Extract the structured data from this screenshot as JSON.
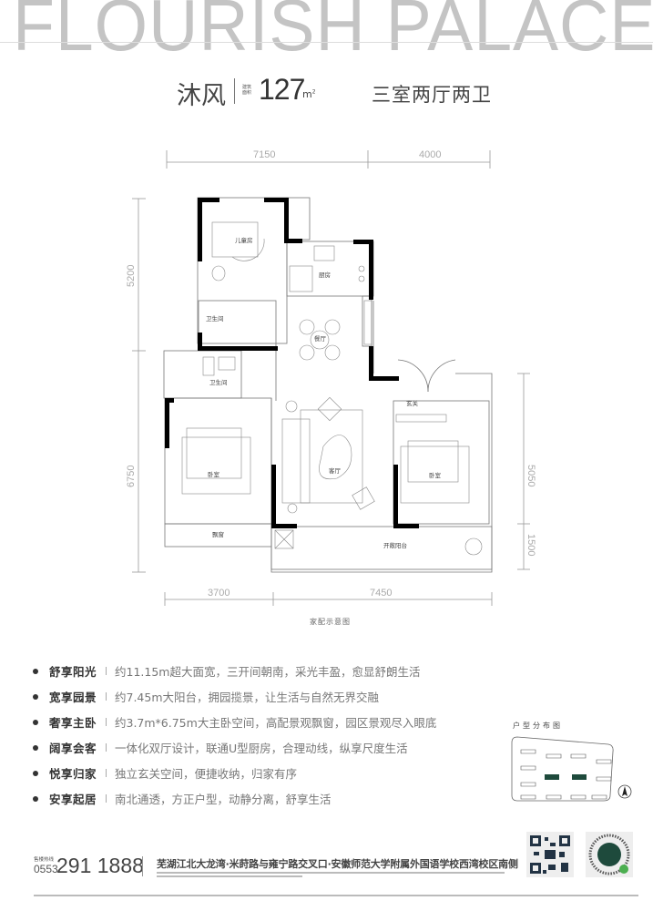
{
  "header": {
    "brand": "FLOURISH  PALACE"
  },
  "unit": {
    "name": "沐风",
    "area_label": "建筑面积",
    "area": "127",
    "area_unit": "m",
    "area_unit_sup": "2",
    "layout": "三室两厅两卫"
  },
  "plan": {
    "dims": {
      "top": [
        "7150",
        "4000"
      ],
      "left": [
        "5200",
        "6750"
      ],
      "right": [
        "5050",
        "1500"
      ],
      "bottom": [
        "3700",
        "7450"
      ]
    },
    "rooms": {
      "kids_room": "儿童房",
      "kitchen": "厨房",
      "bath1": "卫生间",
      "dining": "餐厅",
      "bath2": "卫生间",
      "foyer": "玄关",
      "bedroom_master": "卧室",
      "living": "客厅",
      "bedroom2": "卧室",
      "bay_window": "飘窗",
      "balcony": "开敞阳台"
    },
    "caption": "家配示意图"
  },
  "features": [
    {
      "label": "舒享阳光",
      "text": "约11.15m超大面宽，三开间朝南，采光丰盈，愈显舒朗生活"
    },
    {
      "label": "宽享园景",
      "text": "约7.45m大阳台，拥园揽景，让生活与自然无界交融"
    },
    {
      "label": "奢享主卧",
      "text": "约3.7m*6.75m大主卧空间，高配景观飘窗，园区景观尽入眼底"
    },
    {
      "label": "阔享会客",
      "text": "一体化双厅设计，联通U型厨房，合理动线，纵享尺度生活"
    },
    {
      "label": "悦享归家",
      "text": "独立玄关空间，便捷收纳，归家有序"
    },
    {
      "label": "安享起居",
      "text": "南北通透，方正户型，动静分离，舒享生活"
    }
  ],
  "distribution": {
    "title": "户型分布图",
    "highlight_color": "#1e4a3c"
  },
  "footer": {
    "hotline_label": "售楼热线",
    "area_code": "0553",
    "phone": "291 1888",
    "address": "芜湖江北大龙湾·米莳路与雍宁路交叉口·安徽师范大学附属外国语学校西湾校区南侧"
  },
  "colors": {
    "wall": "#000000",
    "accent": "#1e4a3c",
    "brand_text": "#c4c4c4"
  }
}
